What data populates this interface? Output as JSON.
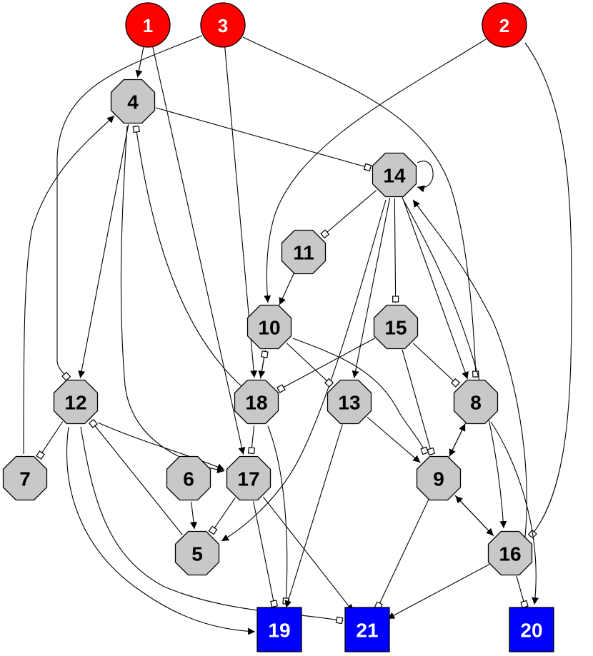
{
  "colors": {
    "input_fill": "#ff0000",
    "gene_fill": "#c8c8c8",
    "output_fill": "#0000ff",
    "stroke": "#000000"
  },
  "nodes": [
    {
      "id": "1",
      "kind": "input"
    },
    {
      "id": "2",
      "kind": "input"
    },
    {
      "id": "3",
      "kind": "input"
    },
    {
      "id": "4",
      "kind": "gene"
    },
    {
      "id": "5",
      "kind": "gene"
    },
    {
      "id": "6",
      "kind": "gene"
    },
    {
      "id": "7",
      "kind": "gene"
    },
    {
      "id": "8",
      "kind": "gene"
    },
    {
      "id": "9",
      "kind": "gene"
    },
    {
      "id": "10",
      "kind": "gene"
    },
    {
      "id": "11",
      "kind": "gene"
    },
    {
      "id": "12",
      "kind": "gene"
    },
    {
      "id": "13",
      "kind": "gene"
    },
    {
      "id": "14",
      "kind": "gene"
    },
    {
      "id": "15",
      "kind": "gene"
    },
    {
      "id": "16",
      "kind": "gene"
    },
    {
      "id": "17",
      "kind": "gene"
    },
    {
      "id": "18",
      "kind": "gene"
    },
    {
      "id": "19",
      "kind": "output"
    },
    {
      "id": "20",
      "kind": "output"
    },
    {
      "id": "21",
      "kind": "output"
    }
  ],
  "edges": [
    {
      "from": "1",
      "to": "4",
      "type": "activate"
    },
    {
      "from": "1",
      "to": "17",
      "type": "activate"
    },
    {
      "from": "3",
      "to": "12",
      "type": "inhibit"
    },
    {
      "from": "3",
      "to": "18",
      "type": "activate"
    },
    {
      "from": "3",
      "to": "8",
      "type": "inhibit"
    },
    {
      "from": "2",
      "to": "10",
      "type": "activate"
    },
    {
      "from": "2",
      "to": "16",
      "type": "inhibit"
    },
    {
      "from": "4",
      "to": "14",
      "type": "inhibit"
    },
    {
      "from": "4",
      "to": "12",
      "type": "activate"
    },
    {
      "from": "4",
      "to": "17",
      "type": "activate"
    },
    {
      "from": "7",
      "to": "4",
      "type": "activate"
    },
    {
      "from": "18",
      "to": "4",
      "type": "inhibit"
    },
    {
      "from": "14",
      "to": "14",
      "type": "activate"
    },
    {
      "from": "14",
      "to": "11",
      "type": "inhibit"
    },
    {
      "from": "14",
      "to": "15",
      "type": "inhibit"
    },
    {
      "from": "14",
      "to": "13",
      "type": "activate"
    },
    {
      "from": "14",
      "to": "8",
      "type": "activate"
    },
    {
      "from": "14",
      "to": "16",
      "type": "activate"
    },
    {
      "from": "14",
      "to": "5",
      "type": "activate"
    },
    {
      "from": "16",
      "to": "14",
      "type": "activate"
    },
    {
      "from": "11",
      "to": "10",
      "type": "activate"
    },
    {
      "from": "10",
      "to": "18",
      "type": "activate"
    },
    {
      "from": "18",
      "to": "10",
      "type": "inhibit"
    },
    {
      "from": "10",
      "to": "13",
      "type": "inhibit"
    },
    {
      "from": "10",
      "to": "9",
      "type": "inhibit"
    },
    {
      "from": "15",
      "to": "15",
      "type": "inhibit"
    },
    {
      "from": "15",
      "to": "18",
      "type": "inhibit"
    },
    {
      "from": "15",
      "to": "8",
      "type": "inhibit"
    },
    {
      "from": "15",
      "to": "9",
      "type": "inhibit"
    },
    {
      "from": "12",
      "to": "7",
      "type": "inhibit"
    },
    {
      "from": "12",
      "to": "17",
      "type": "activate"
    },
    {
      "from": "5",
      "to": "12",
      "type": "inhibit"
    },
    {
      "from": "12",
      "to": "19",
      "type": "activate"
    },
    {
      "from": "12",
      "to": "21",
      "type": "inhibit"
    },
    {
      "from": "18",
      "to": "17",
      "type": "inhibit"
    },
    {
      "from": "18",
      "to": "19",
      "type": "inhibit"
    },
    {
      "from": "13",
      "to": "9",
      "type": "activate"
    },
    {
      "from": "13",
      "to": "19",
      "type": "activate"
    },
    {
      "from": "8",
      "to": "9",
      "type": "activate"
    },
    {
      "from": "9",
      "to": "8",
      "type": "activate"
    },
    {
      "from": "8",
      "to": "20",
      "type": "activate"
    },
    {
      "from": "9",
      "to": "16",
      "type": "activate"
    },
    {
      "from": "16",
      "to": "9",
      "type": "activate"
    },
    {
      "from": "9",
      "to": "21",
      "type": "inhibit"
    },
    {
      "from": "16",
      "to": "21",
      "type": "activate"
    },
    {
      "from": "16",
      "to": "20",
      "type": "inhibit"
    },
    {
      "from": "6",
      "to": "5",
      "type": "activate"
    },
    {
      "from": "17",
      "to": "5",
      "type": "inhibit"
    },
    {
      "from": "17",
      "to": "19",
      "type": "inhibit"
    },
    {
      "from": "17",
      "to": "21",
      "type": "activate"
    }
  ]
}
